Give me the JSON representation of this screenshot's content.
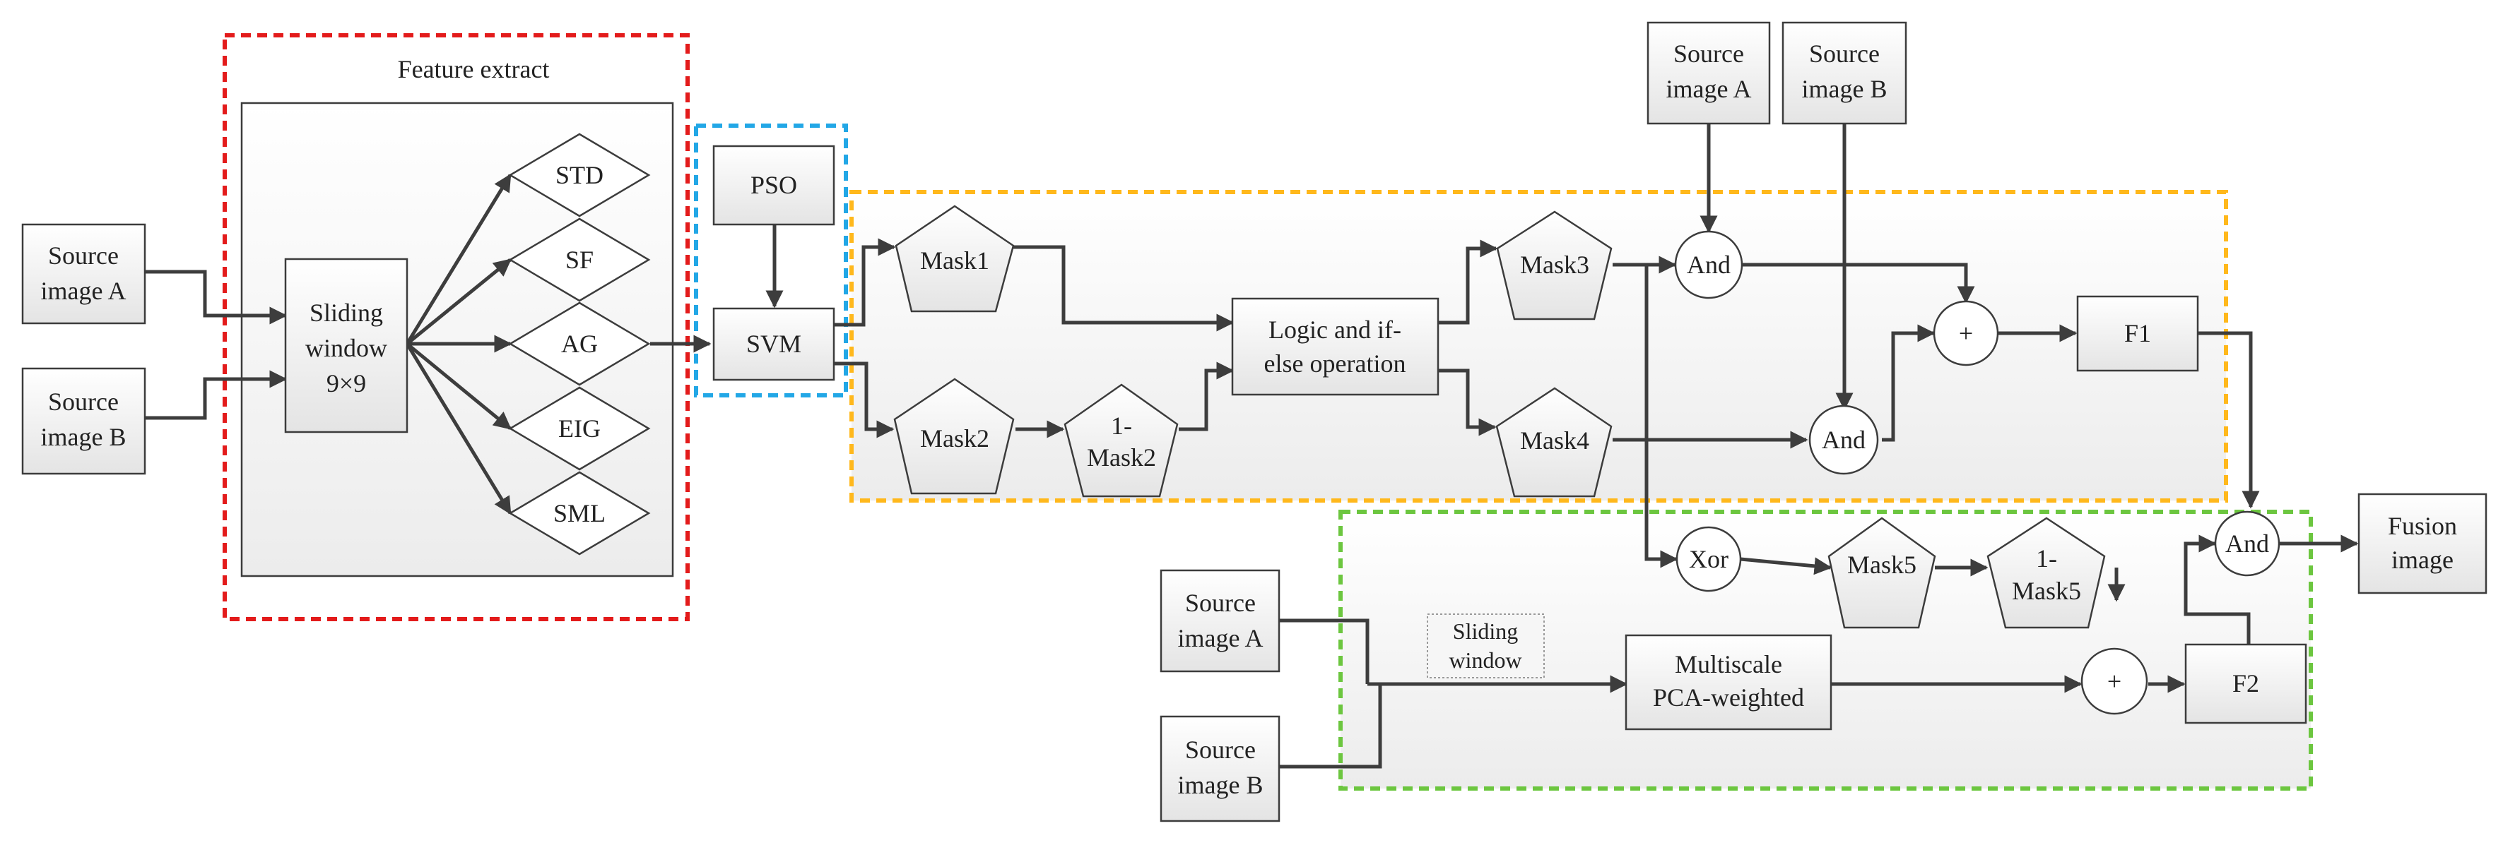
{
  "colors": {
    "feature_border": "#e31b1b",
    "svm_border": "#22a7e6",
    "mask_border": "#ffb81c",
    "fusion_border": "#6cc63f"
  },
  "labels": {
    "feature_extract": "Feature extract",
    "src_a": [
      "Source",
      "image A"
    ],
    "src_b": [
      "Source",
      "image B"
    ],
    "sliding_window_9": [
      "Sliding",
      "window",
      "9×9"
    ],
    "std": "STD",
    "sf": "SF",
    "ag": "AG",
    "eig": "EIG",
    "sml": "SML",
    "pso": "PSO",
    "svm": "SVM",
    "mask1": "Mask1",
    "mask2": "Mask2",
    "one_minus_mask2": [
      "1-",
      "Mask2"
    ],
    "logic": [
      "Logic and if-",
      "else operation"
    ],
    "mask3": "Mask3",
    "mask4": "Mask4",
    "and": "And",
    "plus": "+",
    "f1": "F1",
    "f2": "F2",
    "xor": "Xor",
    "mask5": "Mask5",
    "one_minus_mask5": [
      "1-",
      "Mask5"
    ],
    "sliding_window": [
      "Sliding",
      "window"
    ],
    "multiscale": [
      "Multiscale",
      "PCA-weighted"
    ],
    "fusion_image": [
      "Fusion",
      "image"
    ]
  }
}
